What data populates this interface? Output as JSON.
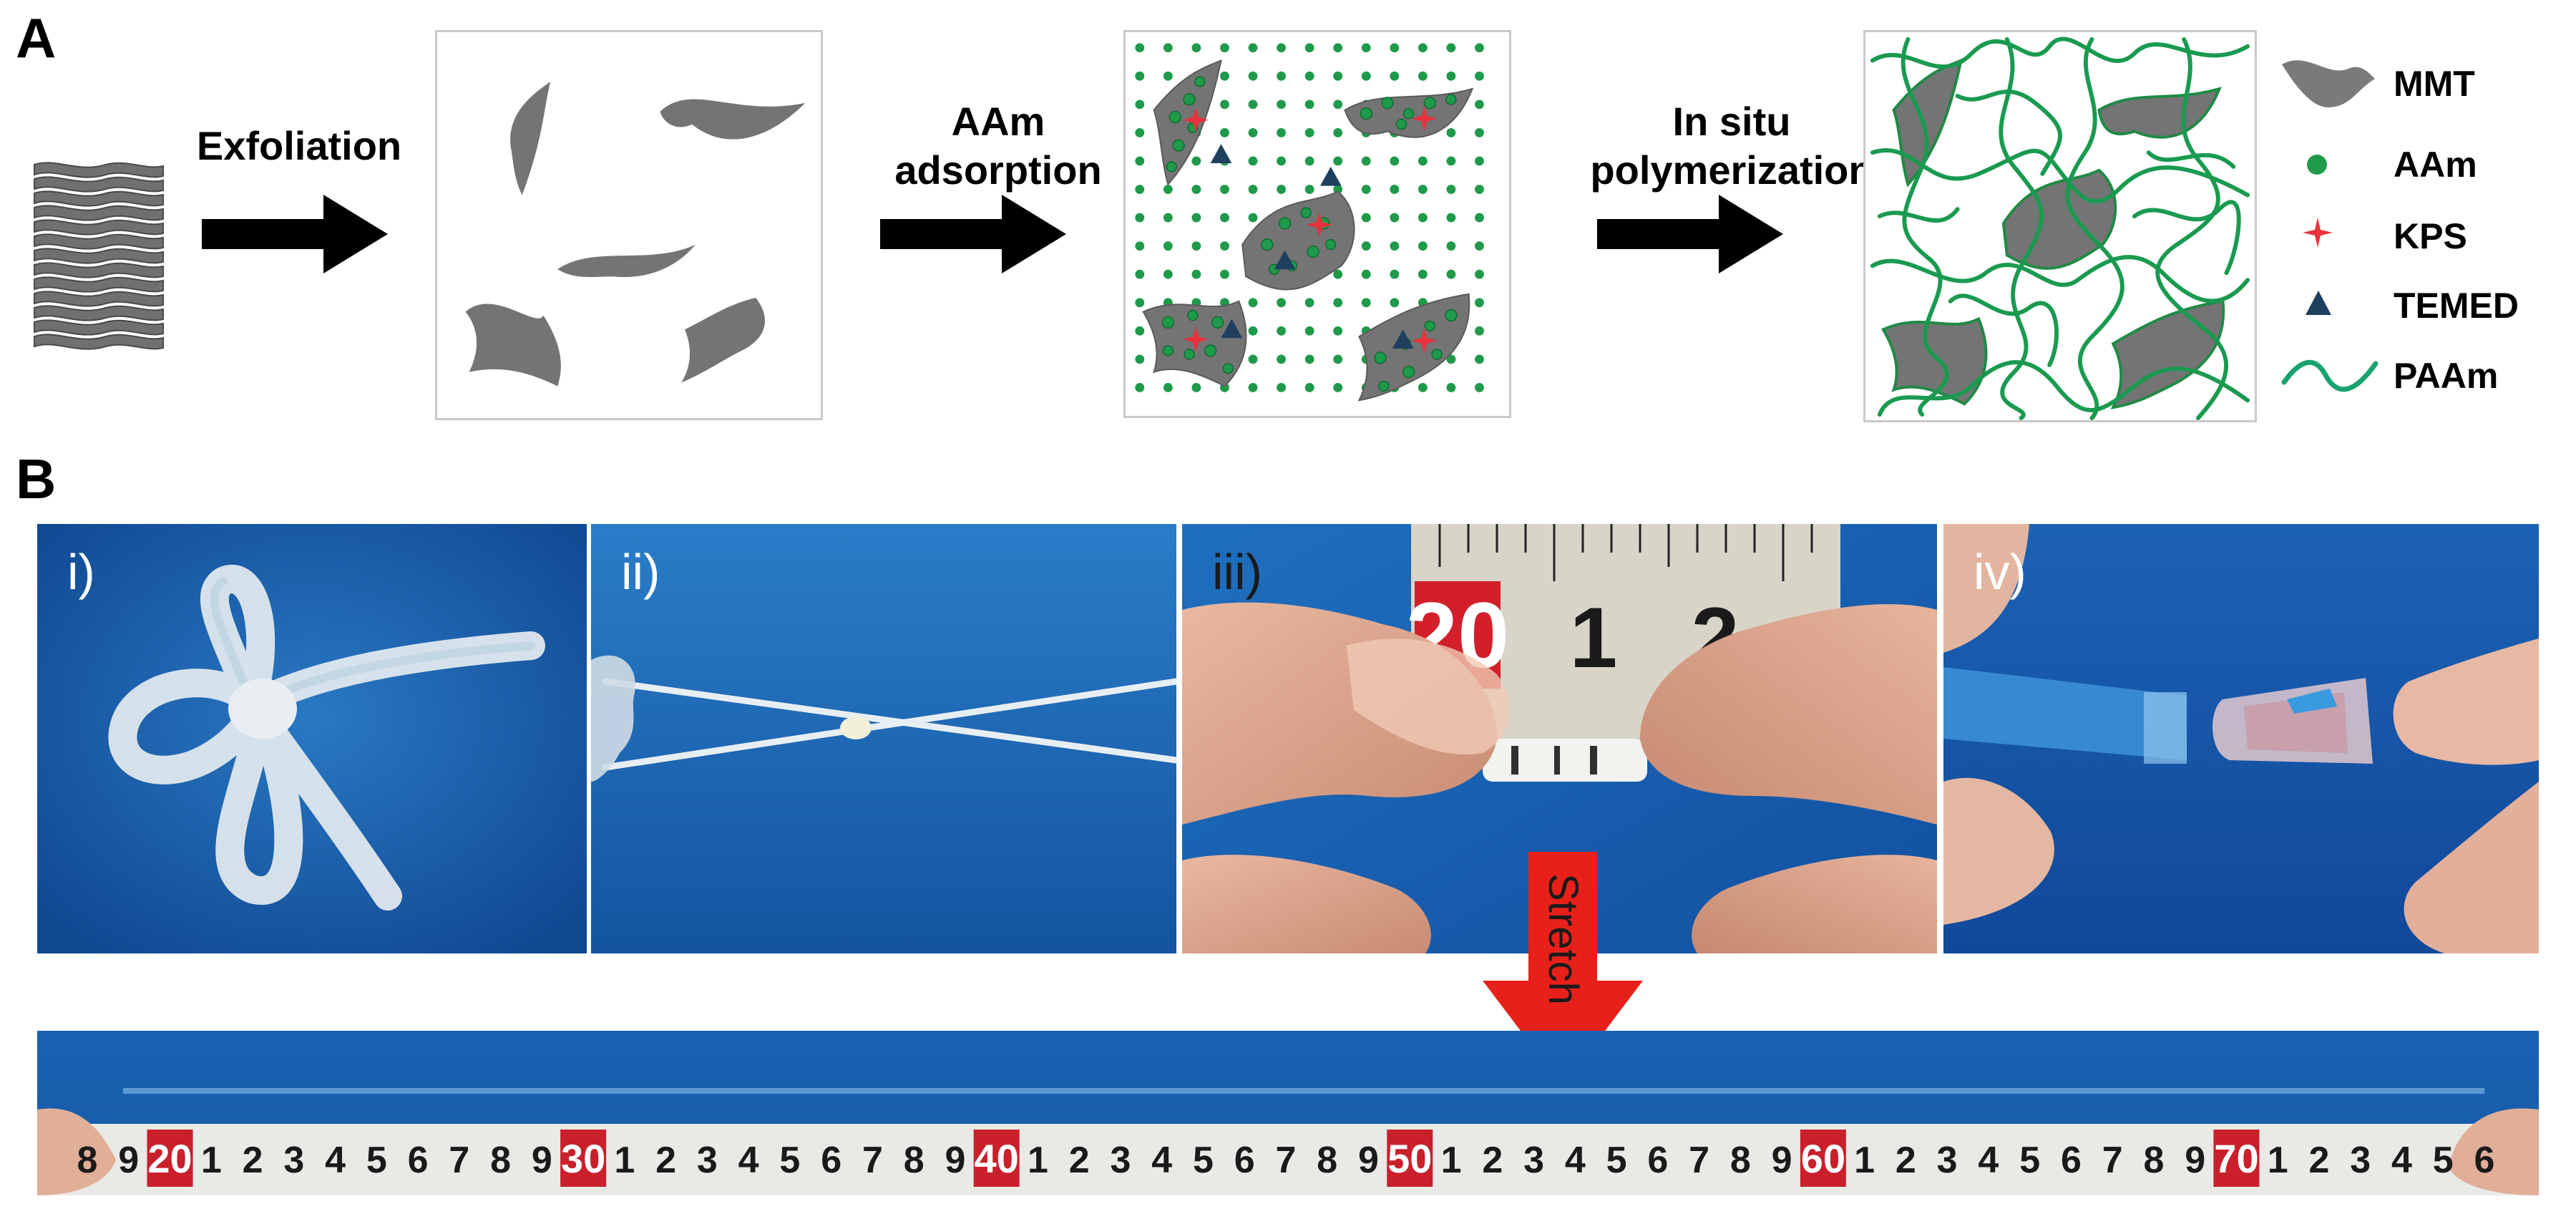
{
  "panel_a": {
    "letter": "A",
    "steps": [
      {
        "lines": [
          "Exfoliation"
        ]
      },
      {
        "lines": [
          "AAm",
          "adsorption"
        ]
      },
      {
        "lines": [
          "In situ",
          "polymerization"
        ]
      }
    ],
    "legend": [
      {
        "label": "MMT",
        "icon": "mmt-sheet-icon",
        "color": "#7a7a7a"
      },
      {
        "label": "AAm",
        "icon": "aam-dot-icon",
        "color": "#1f9a4a"
      },
      {
        "label": "KPS",
        "icon": "kps-star-icon",
        "color": "#e8323c"
      },
      {
        "label": "TEMED",
        "icon": "temed-triangle-icon",
        "color": "#1f3f5f"
      },
      {
        "label": "PAAm",
        "icon": "paam-chain-icon",
        "color": "#1aa36f"
      }
    ]
  },
  "panel_b": {
    "letter": "B",
    "photos": [
      {
        "label": "i)"
      },
      {
        "label": "ii)"
      },
      {
        "label": "iii)"
      },
      {
        "label": "iv)"
      }
    ],
    "stretch_label": "Stretch",
    "ruler_top_numbers": [
      "20",
      "1",
      "2"
    ],
    "ruler_long_numbers": [
      "8",
      "9",
      "20",
      "1",
      "2",
      "3",
      "4",
      "5",
      "6",
      "7",
      "8",
      "9",
      "30",
      "1",
      "2",
      "3",
      "4",
      "5",
      "6",
      "7",
      "8",
      "9",
      "40",
      "1",
      "2",
      "3",
      "4",
      "5",
      "6",
      "7",
      "8",
      "9",
      "50",
      "1",
      "2",
      "3",
      "4",
      "5",
      "6",
      "7",
      "8",
      "9",
      "60",
      "1",
      "2",
      "3",
      "4",
      "5",
      "6",
      "7",
      "8",
      "9",
      "70",
      "1",
      "2",
      "3",
      "4",
      "5",
      "6"
    ],
    "colors": {
      "background_blue": "#1a5fae",
      "arrow_red": "#e8201a"
    }
  }
}
